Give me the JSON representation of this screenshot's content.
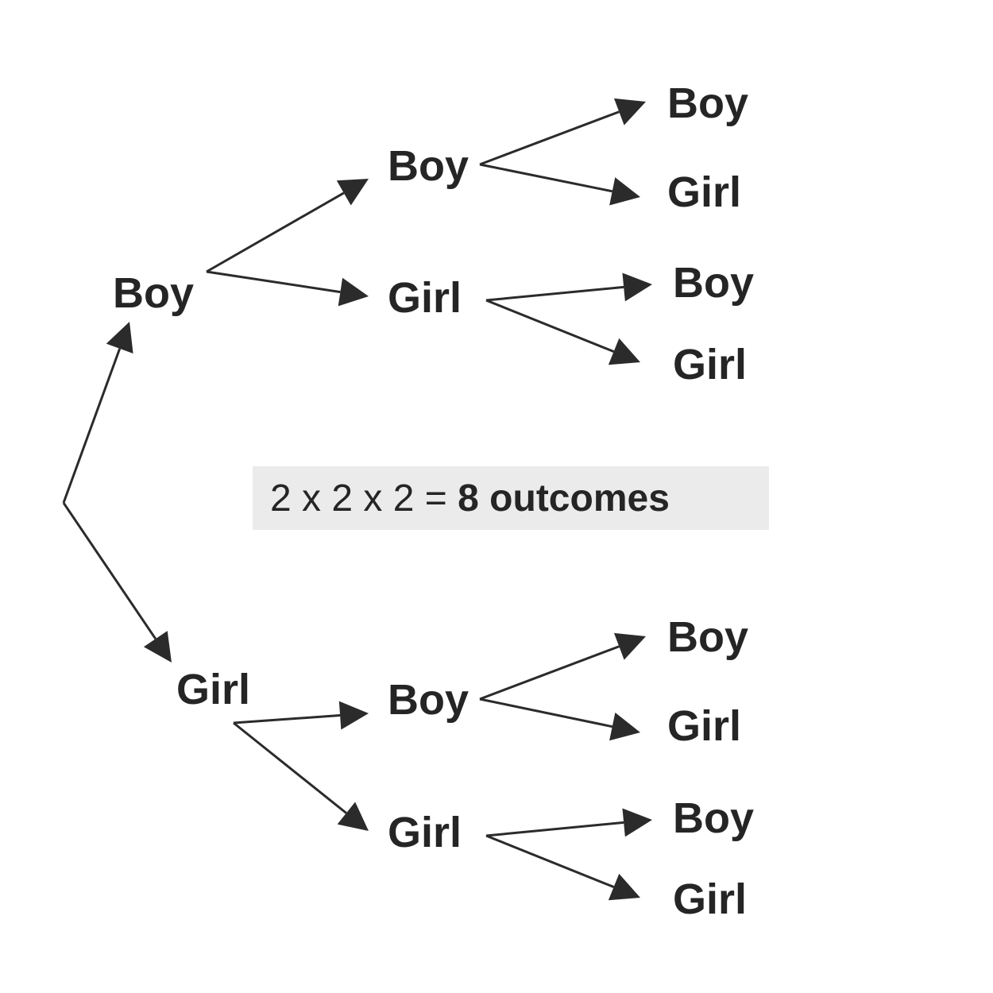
{
  "tree": {
    "level1": {
      "boy": "Boy",
      "girl": "Girl"
    },
    "level2": {
      "boy_boy": "Boy",
      "boy_girl": "Girl",
      "girl_boy": "Boy",
      "girl_girl": "Girl"
    },
    "level3": {
      "bbb": "Boy",
      "bbg": "Girl",
      "bgb": "Boy",
      "bgg": "Girl",
      "gbb": "Boy",
      "gbg": "Girl",
      "ggb": "Boy",
      "ggg": "Girl"
    }
  },
  "summary": {
    "formula": "2 x 2 x 2 = ",
    "result": "8 outcomes"
  },
  "colors": {
    "ink": "#2b2b2b",
    "box": "#ebebeb"
  }
}
